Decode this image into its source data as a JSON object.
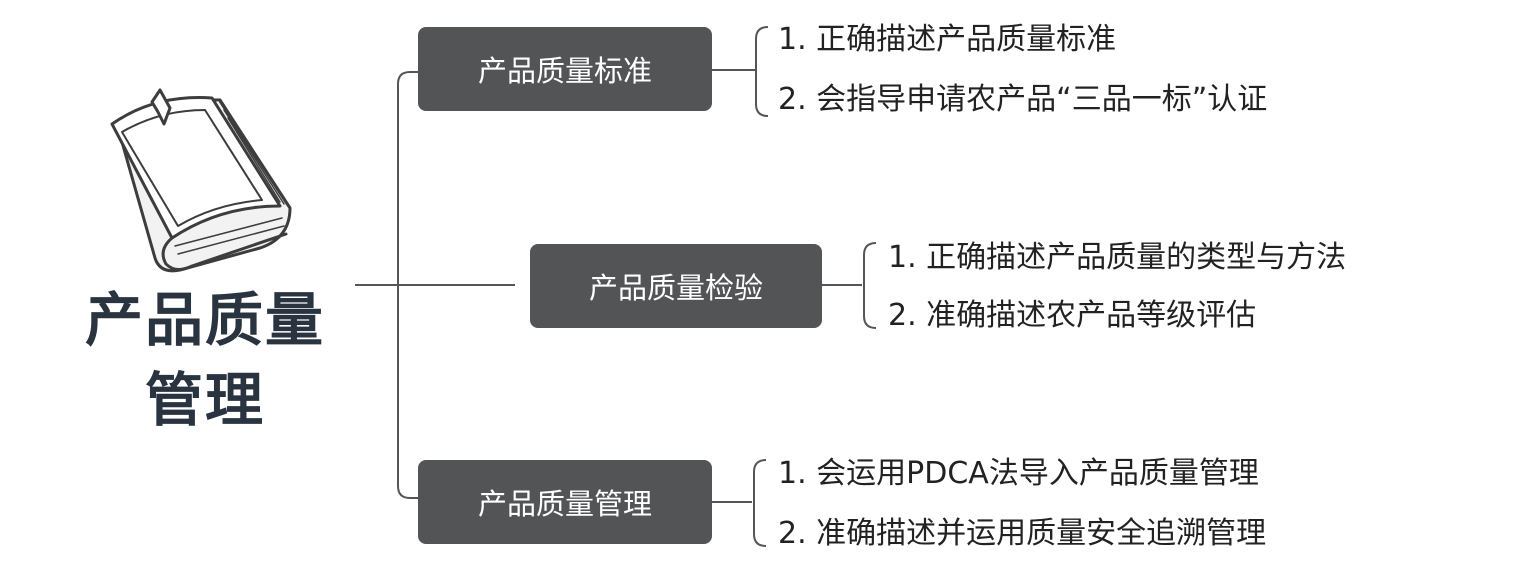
{
  "root": {
    "title_line1": "产品质量",
    "title_line2": "管理",
    "icon": "book-icon"
  },
  "branches": [
    {
      "label": "产品质量标准",
      "items": [
        "1. 正确描述产品质量标准",
        "2. 会指导申请农产品“三品一标”认证"
      ]
    },
    {
      "label": "产品质量检验",
      "items": [
        "1. 正确描述产品质量的类型与方法",
        "2. 准确描述农产品等级评估"
      ]
    },
    {
      "label": "产品质量管理",
      "items": [
        "1. 会运用PDCA法导入产品质量管理",
        "2. 准确描述并运用质量安全追溯管理"
      ]
    }
  ],
  "colors": {
    "node_fill": "#525456",
    "node_text": "#ffffff",
    "title_text": "#2a3441",
    "leaf_text": "#222222",
    "line": "#555555"
  }
}
